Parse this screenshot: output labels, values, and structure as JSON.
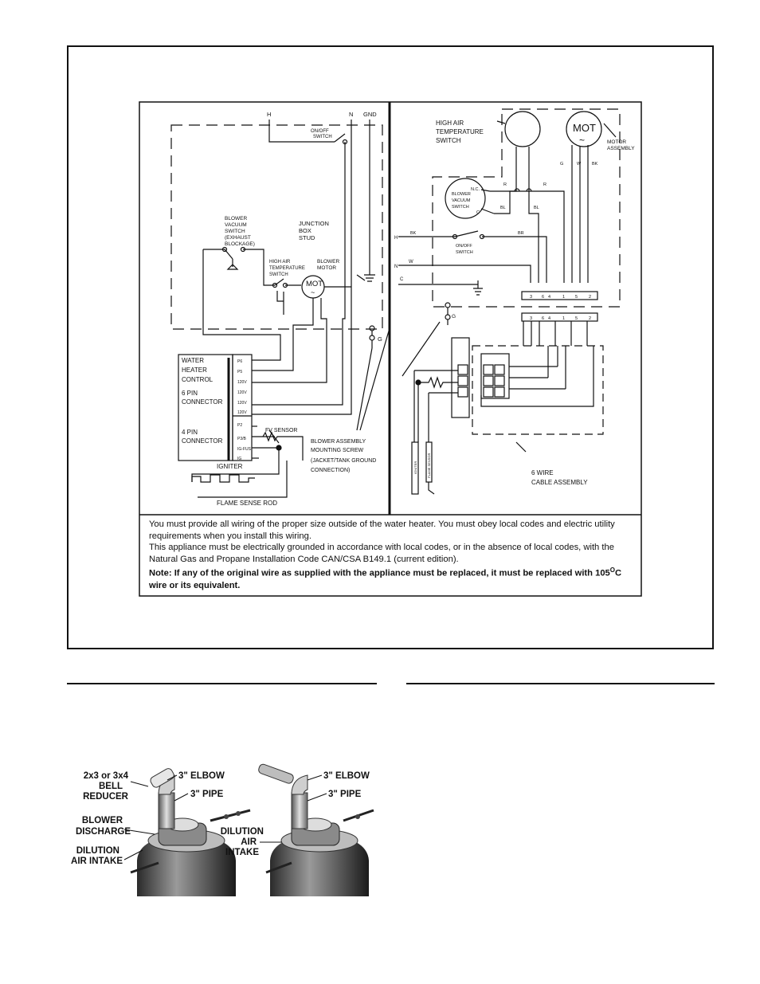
{
  "left_panel": {
    "labels": {
      "h": "H",
      "n": "N",
      "gnd": "GND",
      "onoff_1": "ON/OFF",
      "onoff_2": "SWITCH",
      "bvs_1": "BLOWER",
      "bvs_2": "VACUUM",
      "bvs_3": "SWITCH",
      "bvs_4": "(EXHAUST",
      "bvs_5": "BLOCKAGE)",
      "jbox_1": "JUNCTION",
      "jbox_2": "BOX",
      "jbox_3": "STUD",
      "hats_1": "HIGH AIR",
      "hats_2": "TEMPERATURE",
      "hats_3": "SWITCH",
      "bm_1": "BLOWER",
      "bm_2": "MOTOR",
      "mot": "MOT",
      "g": "G",
      "whc_1": "WATER",
      "whc_2": "HEATER",
      "whc_3": "CONTROL",
      "six_pin_1": "6 PIN",
      "six_pin_2": "CONNECTOR",
      "four_pin_1": "4 PIN",
      "four_pin_2": "CONNECTOR",
      "pin_p6": "P6",
      "pin_p5": "P5",
      "pin_a": "120V",
      "pin_b": "120V",
      "pin_c": "120V",
      "pin_d": "120V",
      "pin_p2": "P2",
      "pin_p3": "P3/B",
      "pin_p4": "IG-FUS",
      "pin_p1": "IG",
      "fv_sensor": "FV SENSOR",
      "igniter": "IGNITER",
      "flame_rod": "FLAME SENSE ROD",
      "bams_1": "BLOWER ASSEMBLY",
      "bams_2": "MOUNTING SCREW",
      "bams_3": "(JACKET/TANK GROUND",
      "bams_4": "CONNECTION)"
    }
  },
  "right_panel": {
    "labels": {
      "hats_1": "HIGH AIR",
      "hats_2": "TEMPERATURE",
      "hats_3": "SWITCH",
      "mot": "MOT",
      "motor_assy_1": "MOTOR",
      "motor_assy_2": "ASSEMBLY",
      "g_wire": "G",
      "w_wire": "W",
      "bk_wire": "BK",
      "r1": "R",
      "r2": "R",
      "bvs_nc": "N.C.",
      "bvs_c": "C",
      "bvs_1": "BLOWER",
      "bvs_2": "VACUUM",
      "bvs_3": "SWITCH",
      "bl1": "BL",
      "bl2": "BL",
      "h": "H",
      "bk": "BK",
      "br": "BR",
      "onoff_1": "ON/OFF",
      "onoff_2": "SWITCH",
      "n": "N",
      "w": "W",
      "c": "C",
      "term_3": "3",
      "term_6": "6",
      "term_4": "4",
      "term_1": "1",
      "term_5": "5",
      "term_2": "2",
      "g": "G",
      "igniter_v": "IGNITER",
      "flame_v": "FLAME SENSOR",
      "six_wire_1": "6 WIRE",
      "six_wire_2": "CABLE ASSEMBLY"
    }
  },
  "notes": {
    "line1": "You must provide all wiring of the proper size outside of the water heater.  You must obey local codes and electric utility requirements when you install this wiring.",
    "line2": "This appliance must be electrically grounded in accordance with local codes, or in the absence of local codes, with the Natural Gas and Propane Installation Code CAN/CSA B149.1 (current edition).",
    "line3_pre": "Note: If any of the original wire as supplied with the appliance must be replaced, it must be replaced with 105",
    "line3_sup": "O",
    "line3_post": "C wire or its equivalent."
  },
  "photo": {
    "left": {
      "reducer_1": "2x3 or 3x4",
      "reducer_2": "BELL",
      "reducer_3": "REDUCER",
      "elbow": "3\" ELBOW",
      "pipe": "3\" PIPE",
      "blower_1": "BLOWER",
      "blower_2": "DISCHARGE",
      "dilution_1": "DILUTION",
      "dilution_2": "AIR INTAKE"
    },
    "right": {
      "elbow": "3\" ELBOW",
      "pipe": "3\" PIPE",
      "dilution_1": "DILUTION",
      "dilution_2": "AIR",
      "dilution_3": "INTAKE"
    }
  }
}
